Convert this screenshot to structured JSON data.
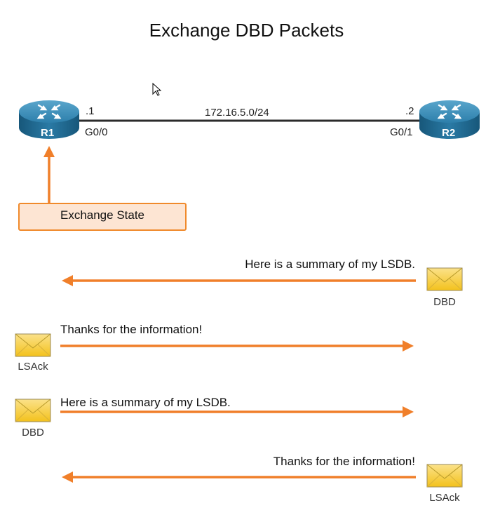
{
  "title": "Exchange DBD Packets",
  "topology": {
    "network": "172.16.5.0/24",
    "r1": {
      "name": "R1",
      "host": ".1",
      "interface": "G0/0"
    },
    "r2": {
      "name": "R2",
      "host": ".2",
      "interface": "G0/1"
    }
  },
  "state_label": "Exchange State",
  "messages": [
    {
      "text": "Here is a summary of my LSDB.",
      "packet": "DBD",
      "direction": "R2 to R1"
    },
    {
      "text": "Thanks for the information!",
      "packet": "LSAck",
      "direction": "R1 to R2"
    },
    {
      "text": "Here is a summary of my LSDB.",
      "packet": "DBD",
      "direction": "R1 to R2"
    },
    {
      "text": "Thanks for the information!",
      "packet": "LSAck",
      "direction": "R2 to R1"
    }
  ],
  "colors": {
    "arrow": "#f07f2a",
    "envelope": "#f7c81e",
    "router": "#1f6d95",
    "state_box_fill": "#fde5d3"
  }
}
